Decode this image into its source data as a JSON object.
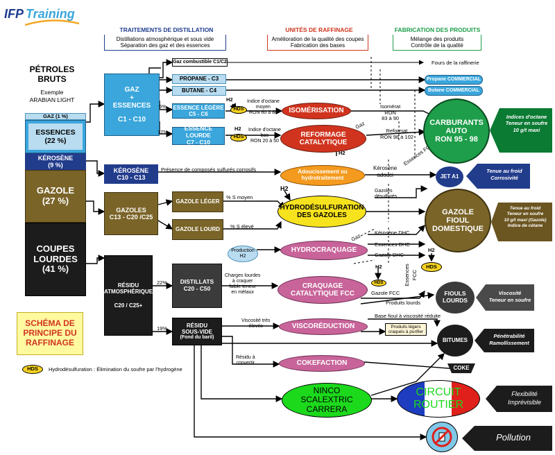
{
  "logo": {
    "part1": "IFP",
    "part2": "Training"
  },
  "headers": {
    "distillation": {
      "title": "TRAITEMENTS DE DISTILLATION",
      "line1": "Distillations atmosphérique et sous vide",
      "line2": "Séparation des gaz et des essences"
    },
    "raffinage": {
      "title": "UNITÉS DE RAFFINAGE",
      "line1": "Amélioration de la qualité des coupes",
      "line2": "Fabrication des bases"
    },
    "fabrication": {
      "title": "FABRICATION DES PRODUITS",
      "line1": "Mélange des produits",
      "line2": "Contrôle de la qualité"
    }
  },
  "crude": {
    "title1": "PÉTROLES",
    "title2": "BRUTS",
    "example1": "Exemple",
    "example2": "ARABIAN LIGHT"
  },
  "crude_cuts": [
    {
      "label": "GAZ (1 %)"
    },
    {
      "label": "ESSENCES",
      "pct": "(22 %)"
    },
    {
      "label": "KÉROSÈNE",
      "pct": "(9 %)"
    },
    {
      "label": "GAZOLE",
      "pct": "(27 %)"
    },
    {
      "label": "COUPES",
      "label2": "LOURDES",
      "pct": "(41 %)"
    }
  ],
  "gaz_essences": {
    "l1": "GAZ",
    "l2": "+",
    "l3": "ESSENCES",
    "l4": "C1 - C10"
  },
  "gaz_combustible": "Gaz combustible C1/C2",
  "propane": "PROPANE - C3",
  "butane": "BUTANE - C4",
  "fours": "Fours de la raffinerie",
  "pct5": "5%",
  "pct17": "17%",
  "essence_legere": {
    "l1": "ESSENCE LÉGÈRE",
    "l2": "C5 - C6"
  },
  "essence_lourde": {
    "l1": "ESSENCE LOURDE",
    "l2": "C7 - C10"
  },
  "hds": "HDS",
  "h2": "H2",
  "octane1": {
    "l1": "Indice d'octane",
    "l2": "moyen",
    "l3": "RON 60 à 80"
  },
  "octane2": {
    "l1": "Indice d'octane",
    "l2": "bas",
    "l3": "RON 20 à 50"
  },
  "isomerisation": "ISOMÉRISATION",
  "reformage": {
    "l1": "REFORMAGE",
    "l2": "CATALYTIQUE"
  },
  "isomerat": {
    "l1": "Isomérat",
    "l2": "RON",
    "l3": "83 à 90"
  },
  "reformat": {
    "l1": "Reformat",
    "l2": "RON 98 à 102"
  },
  "gaz_small": "Gaz",
  "essences_fcc": "Essences FCC",
  "kerosene_box": {
    "l1": "KÉROSÈNE",
    "l2": "C10 - C13"
  },
  "composes": "Présence de composés sulfurés corrosifs",
  "adoucissement": {
    "l1": "Adoucissement ou",
    "l2": "hydrotraitement"
  },
  "kerosene_adouci": {
    "l1": "Kérosène",
    "l2": "adouci"
  },
  "gazoles_box": {
    "l1": "GAZOLES",
    "l2": "C13 - C20 /C25"
  },
  "gazole_leger": "GAZOLE LÉGER",
  "gazole_lourd": "GAZOLE LOURD",
  "s_moyen": "% S moyen",
  "s_eleve": "% S élevé",
  "hds_gazoles": {
    "l1": "HYDRODÉSULFURATION",
    "l2": "DES GAZOLES"
  },
  "gazoles_desulf": {
    "l1": "Gazoles",
    "l2": "désulfurés"
  },
  "kerosene_dhc": "Kérosène DHC",
  "essences_dhc": "Essences DHC",
  "gazole_dhc": "Gazole DHC",
  "production_h2": {
    "l1": "Production",
    "l2": "H2"
  },
  "hydrocraquage": "HYDROCRAQUAGE",
  "residu_atm": {
    "l1": "RÉSIDU",
    "l2": "ATMOSPHÉRIQUE",
    "l3": "C20 / C25+"
  },
  "pct22": "22%",
  "pct19": "19%",
  "distillats": {
    "l1": "DISTILLATS",
    "l2": "C20 - C50"
  },
  "charges": {
    "l1": "Charges lourdes",
    "l2": "à craquer",
    "l3": "faible teneur",
    "l4": "en métaux"
  },
  "craquage": {
    "l1": "CRAQUAGE",
    "l2": "CATALYTIQUE FCC"
  },
  "gazole_fcc": "Gazole FCC",
  "produits_lourds": "Produits lourds",
  "fcc": "FCC",
  "essences_side": "Essences",
  "residu_sv": {
    "l1": "RÉSIDU",
    "l2": "SOUS-VIDE",
    "l3": "(Fond du baril)"
  },
  "viscosite": {
    "l1": "Viscosité très",
    "l2": "élevée"
  },
  "visco": "VISCORÉDUCTION",
  "base_fioul": "Base fioul à viscosité réduite",
  "produits_legers": {
    "l1": "Produits légers",
    "l2": "craqués à purifier"
  },
  "residu_conv": {
    "l1": "Résidu à",
    "l2": "convertir"
  },
  "cokefaction": "COKEFACTION",
  "ninco": {
    "l1": "NINCO",
    "l2": "SCALEXTRIC",
    "l3": "CARRERA"
  },
  "schema": {
    "l1": "SCHÉMA DE",
    "l2": "PRINCIPE DU",
    "l3": "RAFFINAGE"
  },
  "legend": "Hydrodésulfuration : Élimination du soufre par l'hydrogène",
  "products": {
    "propane_com": "Propane COMMERCIAL",
    "butane_com": "Butane COMMERCIAL",
    "carburants": {
      "l1": "CARBURANTS",
      "l2": "AUTO",
      "l3": "RON 95 - 98"
    },
    "jet": "JET A1",
    "gazole_fioul": {
      "l1": "GAZOLE",
      "l2": "FIOUL",
      "l3": "DOMESTIQUE"
    },
    "fiouls_lourds": {
      "l1": "FIOULS",
      "l2": "LOURDS"
    },
    "bitumes": "BITUMES",
    "coke": "COKE",
    "circuit": {
      "l1": "CIRCUIT",
      "l2": "ROUTIER"
    }
  },
  "quality": {
    "carburants": {
      "l1": "Indices d'octane",
      "l2": "Teneur en soufre",
      "l3": "10 g/t maxi"
    },
    "jet": {
      "l1": "Tenue au froid",
      "l2": "Corrosivité"
    },
    "gazole": {
      "l1": "Tenue au froid",
      "l2": "Teneur en soufre",
      "l3": "10 g/t maxi (Gazole)",
      "l4": "Indice de cétane"
    },
    "fiouls": {
      "l1": "Viscosité",
      "l2": "Teneur en soufre"
    },
    "bitumes": {
      "l1": "Pénétrabilité",
      "l2": "Ramollissement"
    },
    "circuit": {
      "l1": "Flexibilité",
      "l2": "Imprévisible"
    },
    "pollution": "Pollution"
  },
  "colors": {
    "blue": "#3aa6dc",
    "brown": "#7a6428",
    "green": "#1e9e4a",
    "navy": "#223c8c",
    "red": "#d0341e",
    "pink": "#c8649a"
  }
}
